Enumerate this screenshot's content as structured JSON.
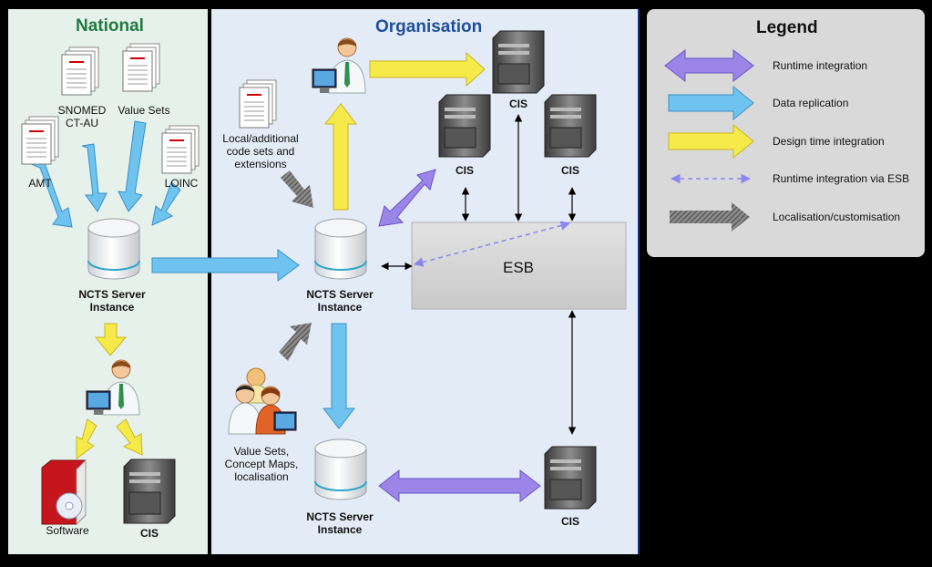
{
  "colors": {
    "national_bg": "#e6f1ec",
    "organisation_bg": "#e3ebf6",
    "legend_bg": "#d9d9d9",
    "national_title": "#1f7a3e",
    "organisation_title": "#1f4f9a",
    "runtime": "#9b86e8",
    "replication": "#6fc3ef",
    "design": "#f6ea4a",
    "esb_dashed": "#8a86f0",
    "localisation": "#6f6f6f"
  },
  "national": {
    "title": "National",
    "docs": {
      "snomed": "SNOMED\nCT-AU",
      "value_sets": "Value Sets",
      "amt": "AMT",
      "loinc": "LOINC"
    },
    "server_label": "NCTS Server\nInstance",
    "software_label": "Software",
    "cis_label": "CIS"
  },
  "organisation": {
    "title": "Organisation",
    "local_codes": "Local/additional\ncode sets and\nextensions",
    "server_label": "NCTS Server\nInstance",
    "server2_label": "NCTS Server\nInstance",
    "cis_top": "CIS",
    "cis_left": "CIS",
    "cis_right": "CIS",
    "cis_bottom": "CIS",
    "esb": "ESB",
    "value_sets_maps": "Value Sets,\nConcept Maps,\nlocalisation"
  },
  "legend": {
    "title": "Legend",
    "items": [
      {
        "label": "Runtime integration",
        "style": "runtime"
      },
      {
        "label": "Data replication",
        "style": "replication"
      },
      {
        "label": "Design time integration",
        "style": "design"
      },
      {
        "label": "Runtime integration via ESB",
        "style": "esb"
      },
      {
        "label": "Localisation/customisation",
        "style": "localisation"
      }
    ]
  }
}
